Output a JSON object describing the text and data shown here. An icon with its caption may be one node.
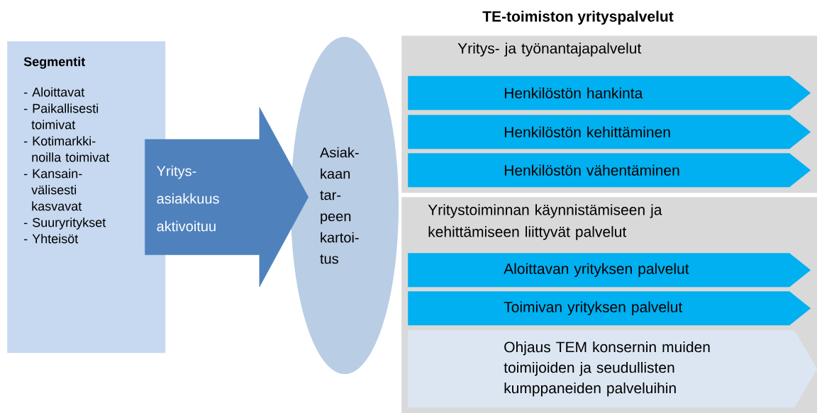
{
  "diagram": {
    "title": "TE-toimiston yrityspalvelut",
    "nodes": [
      {
        "text": [
          "Segmentit",
          "- Aloittavat",
          "- Paikallisesti toimivat",
          "- Kotimarkki- noilla toimivat",
          "- Kansain- välisesti kasvavat",
          "- Suuryritykset",
          "- Yhteisöt"
        ]
      },
      {
        "text": [
          "Asiak- kaan tar- peen kartoi- tus"
        ]
      },
      {
        "text": [
          "Yritys- ja työnantajapalvelut"
        ]
      },
      {
        "text": [
          "Henkilöstön hankinta"
        ],
        "in": 2
      },
      {
        "text": [
          "Henkilöstön kehittäminen"
        ],
        "in": 2
      },
      {
        "text": [
          "Henkilöstön vähentäminen"
        ],
        "in": 2
      },
      {
        "text": [
          "Yritystoiminnan käynnistämiseen ja kehittämiseen liittyvät palvelut"
        ]
      },
      {
        "text": [
          "Aloittavan yrityksen palvelut"
        ],
        "in": 6
      },
      {
        "text": [
          "Toimivan yrityksen palvelut"
        ],
        "in": 6
      },
      {
        "text": [
          "Ohjaus TEM konsernin muiden toimijoiden ja seudullisten kumppaneiden palveluihin"
        ],
        "in": 6
      }
    ],
    "edges": [
      {
        "from": 0,
        "to": 1,
        "arrow": "to",
        "label": "Yritys- asiakkuus aktivoituu"
      }
    ]
  }
}
